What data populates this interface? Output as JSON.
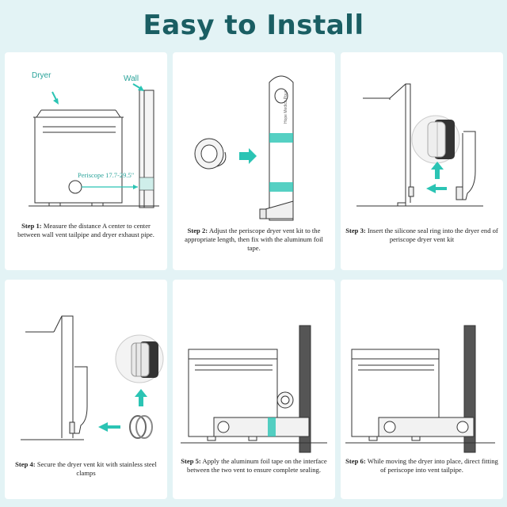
{
  "title": "Easy to Install",
  "colors": {
    "background": "#e3f3f5",
    "title": "#1a5e63",
    "accent": "#2bc4b4",
    "label": "#2aa39a"
  },
  "step1": {
    "dryer_label": "Dryer",
    "wall_label": "Wall",
    "dimension_label": "Periscope 17.7-29.5\"",
    "step": "Step 1:",
    "text": "Measure the distance A center to center between wall vent tailpipe and dryer exhaust pipe."
  },
  "step2": {
    "brand_text": "Hope Medica Pour",
    "step": "Step 2:",
    "text": "Adjust the periscope dryer vent kit to the appropriate length, then fix with the aluminum foil tape."
  },
  "step3": {
    "step": "Step 3:",
    "text": "Insert the silicone seal ring into the dryer end of periscope dryer vent kit"
  },
  "step4": {
    "step": "Step 4:",
    "text": "Secure the dryer vent kit with stainless steel clamps"
  },
  "step5": {
    "step": "Step 5:",
    "text": "Apply the aluminum foil tape on the interface between the two vent to ensure complete sealing."
  },
  "step6": {
    "step": "Step 6:",
    "text": "While moving the dryer into place, direct fitting of periscope into vent tailpipe."
  }
}
